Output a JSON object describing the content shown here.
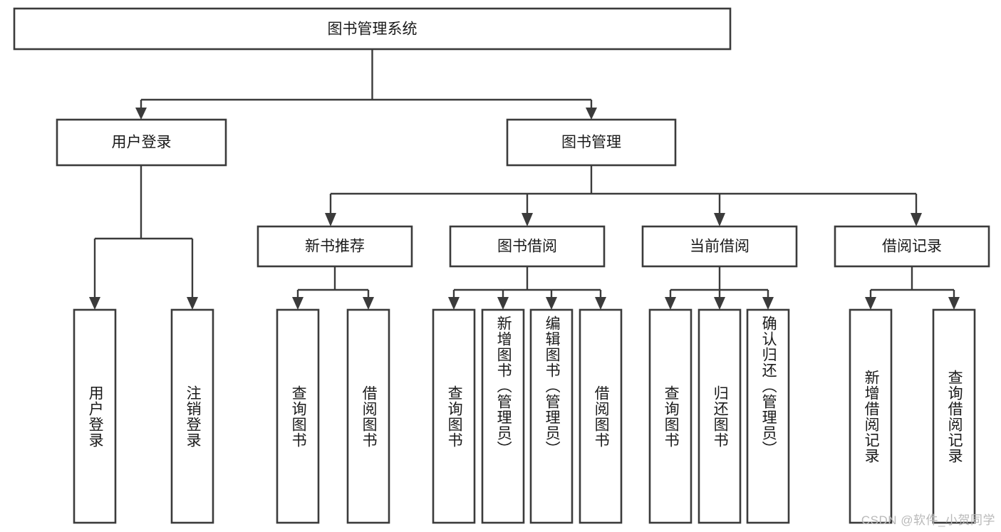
{
  "diagram": {
    "title": "图书管理系统",
    "type": "hierarchy-tree",
    "root": {
      "id": "root",
      "label": "图书管理系统"
    },
    "level2": [
      {
        "id": "user-login",
        "label": "用户登录"
      },
      {
        "id": "book-management",
        "label": "图书管理"
      }
    ],
    "level3": [
      {
        "id": "new-book-recommend",
        "label": "新书推荐",
        "parent": "book-management"
      },
      {
        "id": "book-borrow",
        "label": "图书借阅",
        "parent": "book-management"
      },
      {
        "id": "current-borrow",
        "label": "当前借阅",
        "parent": "book-management"
      },
      {
        "id": "borrow-record",
        "label": "借阅记录",
        "parent": "book-management"
      }
    ],
    "leaves": {
      "user-login": [
        {
          "id": "leaf-user-login",
          "label": "用户登录"
        },
        {
          "id": "leaf-user-logout",
          "label": "注销登录"
        }
      ],
      "new-book-recommend": [
        {
          "id": "leaf-query-book-1",
          "label": "查询图书"
        },
        {
          "id": "leaf-borrow-book-1",
          "label": "借阅图书"
        }
      ],
      "book-borrow": [
        {
          "id": "leaf-query-book-2",
          "label": "查询图书"
        },
        {
          "id": "leaf-add-book",
          "label": "新增图书（管理员）"
        },
        {
          "id": "leaf-edit-book",
          "label": "编辑图书（管理员）"
        },
        {
          "id": "leaf-borrow-book-2",
          "label": "借阅图书"
        }
      ],
      "current-borrow": [
        {
          "id": "leaf-query-book-3",
          "label": "查询图书"
        },
        {
          "id": "leaf-return-book",
          "label": "归还图书"
        },
        {
          "id": "leaf-confirm-return",
          "label": "确认归还（管理员）"
        }
      ],
      "borrow-record": [
        {
          "id": "leaf-add-record",
          "label": "新增借阅记录"
        },
        {
          "id": "leaf-query-record",
          "label": "查询借阅记录"
        }
      ]
    },
    "colors": {
      "stroke": "#3b3b3b",
      "fill": "#ffffff",
      "text": "#1a1a1a",
      "watermark": "#b9b9b9"
    }
  },
  "watermark": {
    "text": "CSDN @软件_小贺同学"
  }
}
